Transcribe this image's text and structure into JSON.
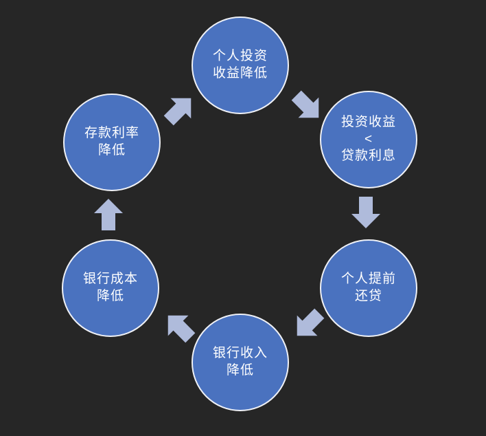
{
  "colors": {
    "background": "#262626",
    "node_fill": "#4A72BF",
    "node_border": "#EFF1F6",
    "arrow_fill": "#AFBBDB",
    "text": "#FFFFFF"
  },
  "diagram": {
    "type": "cycle",
    "nodes": [
      {
        "id": "personal-investment-return-decline",
        "position": "top",
        "label": "个人投资\n收益降低"
      },
      {
        "id": "investment-return-less-than-loan-interest",
        "position": "top-right",
        "label": "投资收益\n<\n贷款利息"
      },
      {
        "id": "personal-early-loan-repayment",
        "position": "bottom-right",
        "label": "个人提前\n还贷"
      },
      {
        "id": "bank-income-decline",
        "position": "bottom",
        "label": "银行收入\n降低"
      },
      {
        "id": "bank-cost-decline",
        "position": "bottom-left",
        "label": "银行成本\n降低"
      },
      {
        "id": "deposit-rate-decline",
        "position": "top-left",
        "label": "存款利率\n降低"
      }
    ],
    "arrows": [
      {
        "from": "deposit-rate-decline",
        "to": "personal-investment-return-decline",
        "direction": "up-right"
      },
      {
        "from": "personal-investment-return-decline",
        "to": "investment-return-less-than-loan-interest",
        "direction": "down-right"
      },
      {
        "from": "investment-return-less-than-loan-interest",
        "to": "personal-early-loan-repayment",
        "direction": "down"
      },
      {
        "from": "personal-early-loan-repayment",
        "to": "bank-income-decline",
        "direction": "down-left"
      },
      {
        "from": "bank-income-decline",
        "to": "bank-cost-decline",
        "direction": "up-left"
      },
      {
        "from": "bank-cost-decline",
        "to": "deposit-rate-decline",
        "direction": "up"
      }
    ]
  }
}
